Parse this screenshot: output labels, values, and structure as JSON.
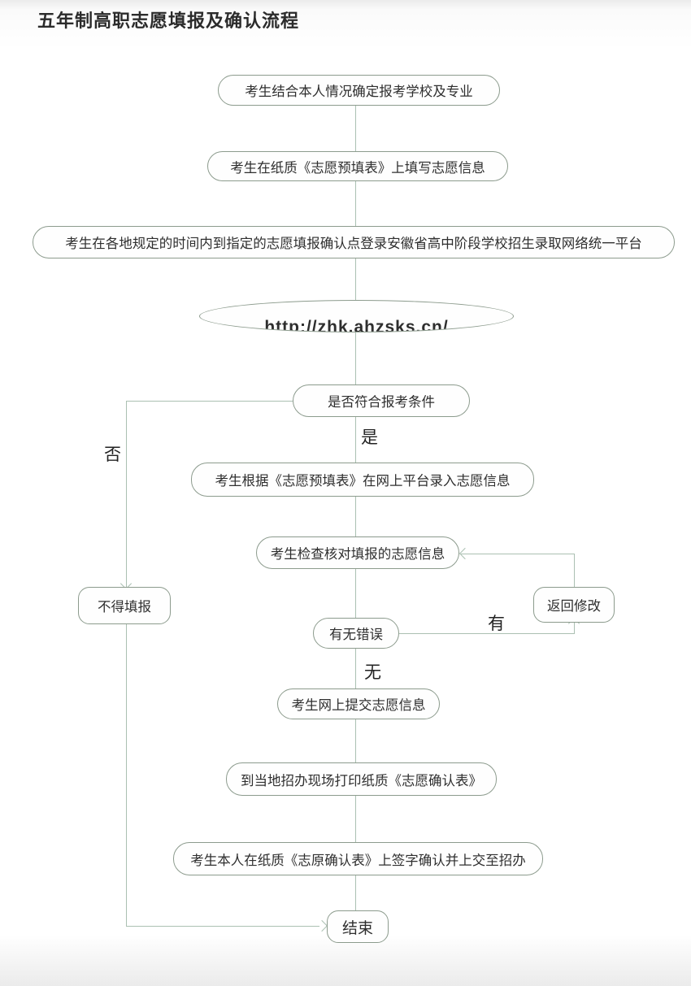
{
  "page": {
    "title": "五年制高职志愿填报及确认流程"
  },
  "flow": {
    "nodes": {
      "determine_school": {
        "label": "考生结合本人情况确定报考学校及专业"
      },
      "fill_paper_form": {
        "label": "考生在纸质《志愿预填表》上填写志愿信息"
      },
      "login_platform": {
        "label": "考生在各地规定的时间内到指定的志愿填报确认点登录安徽省高中阶段学校招生录取网络统一平台"
      },
      "platform_url": {
        "label": "http://zhk.ahzsks.cn/"
      },
      "check_eligibility": {
        "label": "是否符合报考条件"
      },
      "enter_online": {
        "label": "考生根据《志愿预填表》在网上平台录入志愿信息"
      },
      "verify_info": {
        "label": "考生检查核对填报的志愿信息"
      },
      "not_allowed": {
        "label": "不得填报"
      },
      "return_modify": {
        "label": "返回修改"
      },
      "any_errors": {
        "label": "有无错误"
      },
      "submit_online": {
        "label": "考生网上提交志愿信息"
      },
      "print_confirmation": {
        "label": "到当地招办现场打印纸质《志愿确认表》"
      },
      "sign_submit": {
        "label": "考生本人在纸质《志原确认表》上签字确认并上交至招办"
      },
      "end": {
        "label": "结束"
      }
    },
    "edge_labels": {
      "yes": "是",
      "no": "否",
      "has_error": "有",
      "no_error": "无"
    },
    "colors": {
      "node_border": "#8c9b8d",
      "connector": "#abc0b2",
      "text": "#2e2e2e"
    }
  }
}
